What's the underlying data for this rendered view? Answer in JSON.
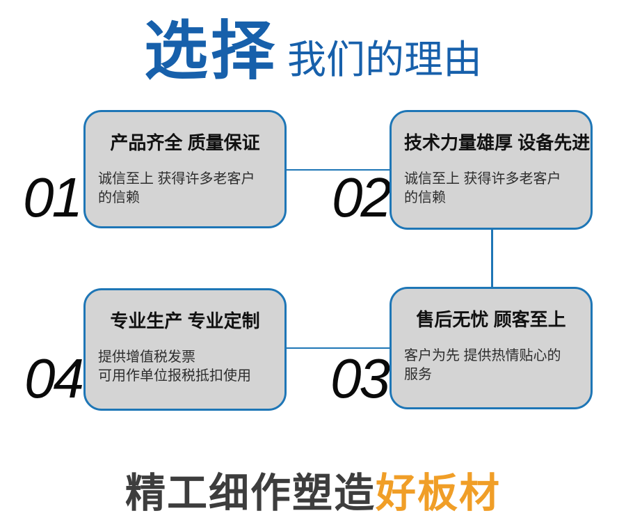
{
  "header": {
    "accent": "选择",
    "rest": "我们的理由"
  },
  "cards": [
    {
      "number": "01",
      "title": "产品齐全 质量保证",
      "desc_lines": [
        "诚信至上 获得许多老客户",
        "的信赖"
      ]
    },
    {
      "number": "02",
      "title": "技术力量雄厚 设备先进",
      "desc_lines": [
        "诚信至上 获得许多老客户",
        "的信赖"
      ]
    },
    {
      "number": "03",
      "title": "售后无忧 顾客至上",
      "desc_lines": [
        "客户为先 提供热情贴心的",
        "服务"
      ]
    },
    {
      "number": "04",
      "title": "专业生产 专业定制",
      "desc_lines": [
        "提供增值税发票",
        "可用作单位报税抵扣使用"
      ]
    }
  ],
  "tagline": {
    "dark": "精工细作塑造",
    "accent": "好板材"
  },
  "colors": {
    "title_blue": "#1760ab",
    "line_blue": "#1e76b6",
    "box_fill": "#d4d4d4",
    "box_title": "#111111",
    "box_desc": "#2d2d2d",
    "number_black": "#0a0a0a",
    "tagline_dark": "#3d3d3d",
    "tagline_orange": "#f09e27"
  }
}
